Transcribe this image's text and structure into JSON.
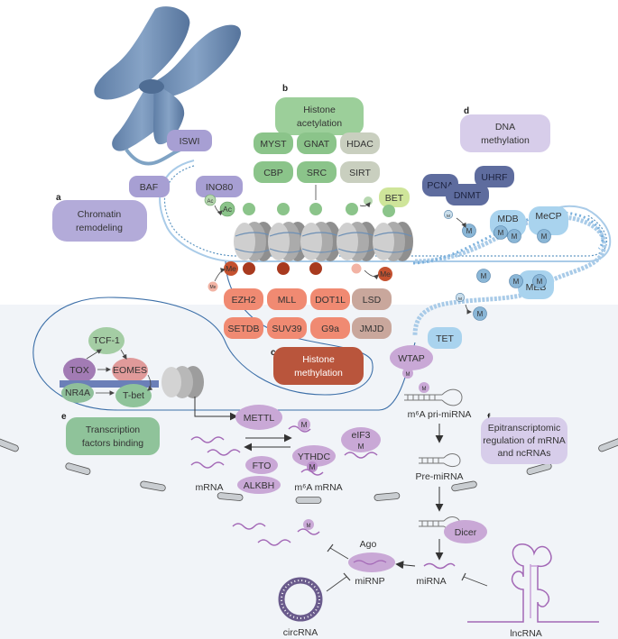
{
  "colors": {
    "histone_acetylation": "#8bc48a",
    "histone_acetylation_dark": "#6aa86a",
    "histone_acetylation_grey": "#c9cfbf",
    "histone_methylation": "#f08a72",
    "histone_methylation_grey": "#c9a79c",
    "methylation_box": "#b9553c",
    "dna_methylation": "#d7cdea",
    "dna_enzymes": "#7a86b8",
    "m_marker": "#8ab6d6",
    "chromatin": "#a79fd3",
    "transcription": "#8fc39a",
    "rna": "#c9a8d6",
    "rna_line": "#a368b6",
    "dna_helix": "#a9cbe8",
    "nucleus_bg": "#f1f4f8"
  },
  "panels": {
    "a": {
      "letter": "a",
      "title_lines": [
        "Chromatin",
        "remodeling"
      ]
    },
    "b": {
      "letter": "b",
      "title_lines": [
        "Histone",
        "acetylation"
      ]
    },
    "c": {
      "letter": "c",
      "title_lines": [
        "Histone",
        "methylation"
      ]
    },
    "d": {
      "letter": "d",
      "title_lines": [
        "DNA",
        "methylation"
      ]
    },
    "e": {
      "letter": "e",
      "title_lines": [
        "Transcription",
        "factors binding"
      ]
    },
    "f": {
      "letter": "f",
      "title_lines": [
        "Epitranscriptomic",
        "regulation of mRNA",
        "and ncRNAs"
      ]
    }
  },
  "chromatin_remodelers": [
    "ISWI",
    "BAF",
    "INO80"
  ],
  "acetylation_enzymes": [
    {
      "label": "MYST",
      "tone": "green"
    },
    {
      "label": "GNAT",
      "tone": "green"
    },
    {
      "label": "HDAC",
      "tone": "grey"
    },
    {
      "label": "CBP",
      "tone": "green"
    },
    {
      "label": "SRC",
      "tone": "green"
    },
    {
      "label": "SIRT",
      "tone": "grey"
    }
  ],
  "reader_bet": "BET",
  "marks": {
    "acetyl": "Ac",
    "methyl": "Me",
    "dna_methyl": "M"
  },
  "methylation_enzymes": [
    {
      "label": "EZH2",
      "tone": "red"
    },
    {
      "label": "MLL",
      "tone": "red"
    },
    {
      "label": "DOT1L",
      "tone": "red"
    },
    {
      "label": "LSD",
      "tone": "grey"
    },
    {
      "label": "SETDB",
      "tone": "red"
    },
    {
      "label": "SUV39",
      "tone": "red"
    },
    {
      "label": "G9a",
      "tone": "red"
    },
    {
      "label": "JMJD",
      "tone": "grey"
    }
  ],
  "dna_methylation_enzymes": [
    "PCNA",
    "DNMT",
    "UHRF",
    "MDB",
    "MeCP",
    "MEB",
    "TET"
  ],
  "transcription_factors": [
    "TCF-1",
    "TOX",
    "EOMES",
    "NR4A",
    "T-bet"
  ],
  "epitranscriptomic": {
    "writers": [
      "METTL",
      "WTAP"
    ],
    "erasers": [
      "FTO",
      "ALKBH"
    ],
    "readers": [
      "YTHDC",
      "eIF3"
    ],
    "mrna": "mRNA",
    "m6a_mrna": "m⁶A mRNA",
    "m6a_pri_mirna": "m⁶A pri-miRNA",
    "pre_mirna": "Pre-miRNA",
    "dicer": "Dicer",
    "mirna": "miRNA",
    "ago": "Ago",
    "mirnp": "miRNP",
    "circrna": "circRNA",
    "lncrna": "lncRNA"
  }
}
